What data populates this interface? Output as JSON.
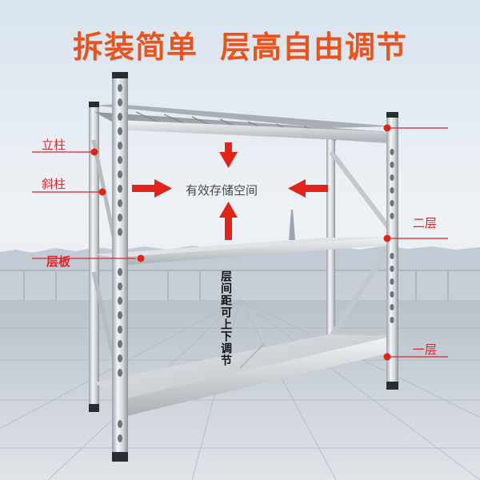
{
  "headline": {
    "part1": "拆装简单",
    "part2": "层高自由调节"
  },
  "labels": {
    "upright": "立柱",
    "brace": "斜柱",
    "shelf_board": "层板",
    "storage_space": "有效存储空间",
    "second_tier": "二层",
    "first_tier": "一层",
    "adjustable": "层间距可上下调节"
  },
  "colors": {
    "headline": "#e8541e",
    "callout": "#d8262b",
    "arrow": "#e2231a",
    "sky_top": "#d7e3ee",
    "floor": "#cdd3d9"
  }
}
